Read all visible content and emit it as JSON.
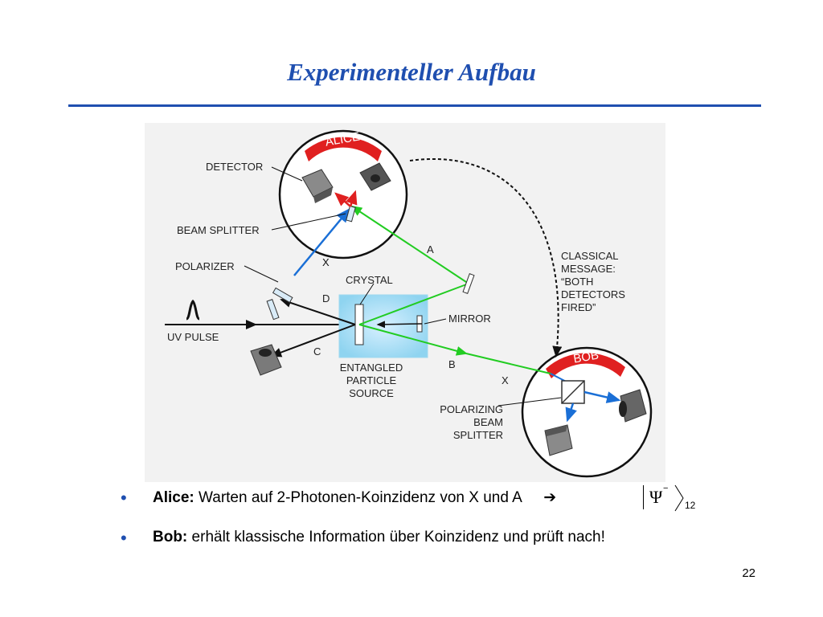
{
  "slide": {
    "title": "Experimenteller Aufbau",
    "page_number": "22"
  },
  "diagram": {
    "alice_label": "ALICE",
    "bob_label": "BOB",
    "detector": "DETECTOR",
    "beam_splitter": "BEAM SPLITTER",
    "polarizer": "POLARIZER",
    "crystal": "CRYSTAL",
    "mirror": "MIRROR",
    "uv_pulse": "UV PULSE",
    "entangled_source": [
      "ENTANGLED",
      "PARTICLE",
      "SOURCE"
    ],
    "classical_message": [
      "CLASSICAL",
      "MESSAGE:",
      "“BOTH",
      "DETECTORS",
      "FIRED”"
    ],
    "polarizing_beam_splitter": [
      "POLARIZING",
      "BEAM",
      "SPLITTER"
    ],
    "beam_labels": {
      "a": "A",
      "b": "B",
      "c": "C",
      "d": "D",
      "x_alice": "X",
      "x_bob": "X"
    },
    "colors": {
      "blue_beam": "#1a6fd6",
      "green_beam": "#22cc22",
      "red_arrow": "#e02020",
      "banner": "#e02020"
    }
  },
  "bullets": [
    {
      "bold": "Alice:",
      "text": " Warten auf 2-Photonen-Koinzidenz von  X und A",
      "arrow": "➔"
    },
    {
      "bold": "Bob:",
      "text": " erhält klassische Information über Koinzidenz und prüft nach!"
    }
  ],
  "ket": {
    "symbol": "Ψ",
    "superscript": "−",
    "subscript": "12",
    "angle": "〉"
  }
}
